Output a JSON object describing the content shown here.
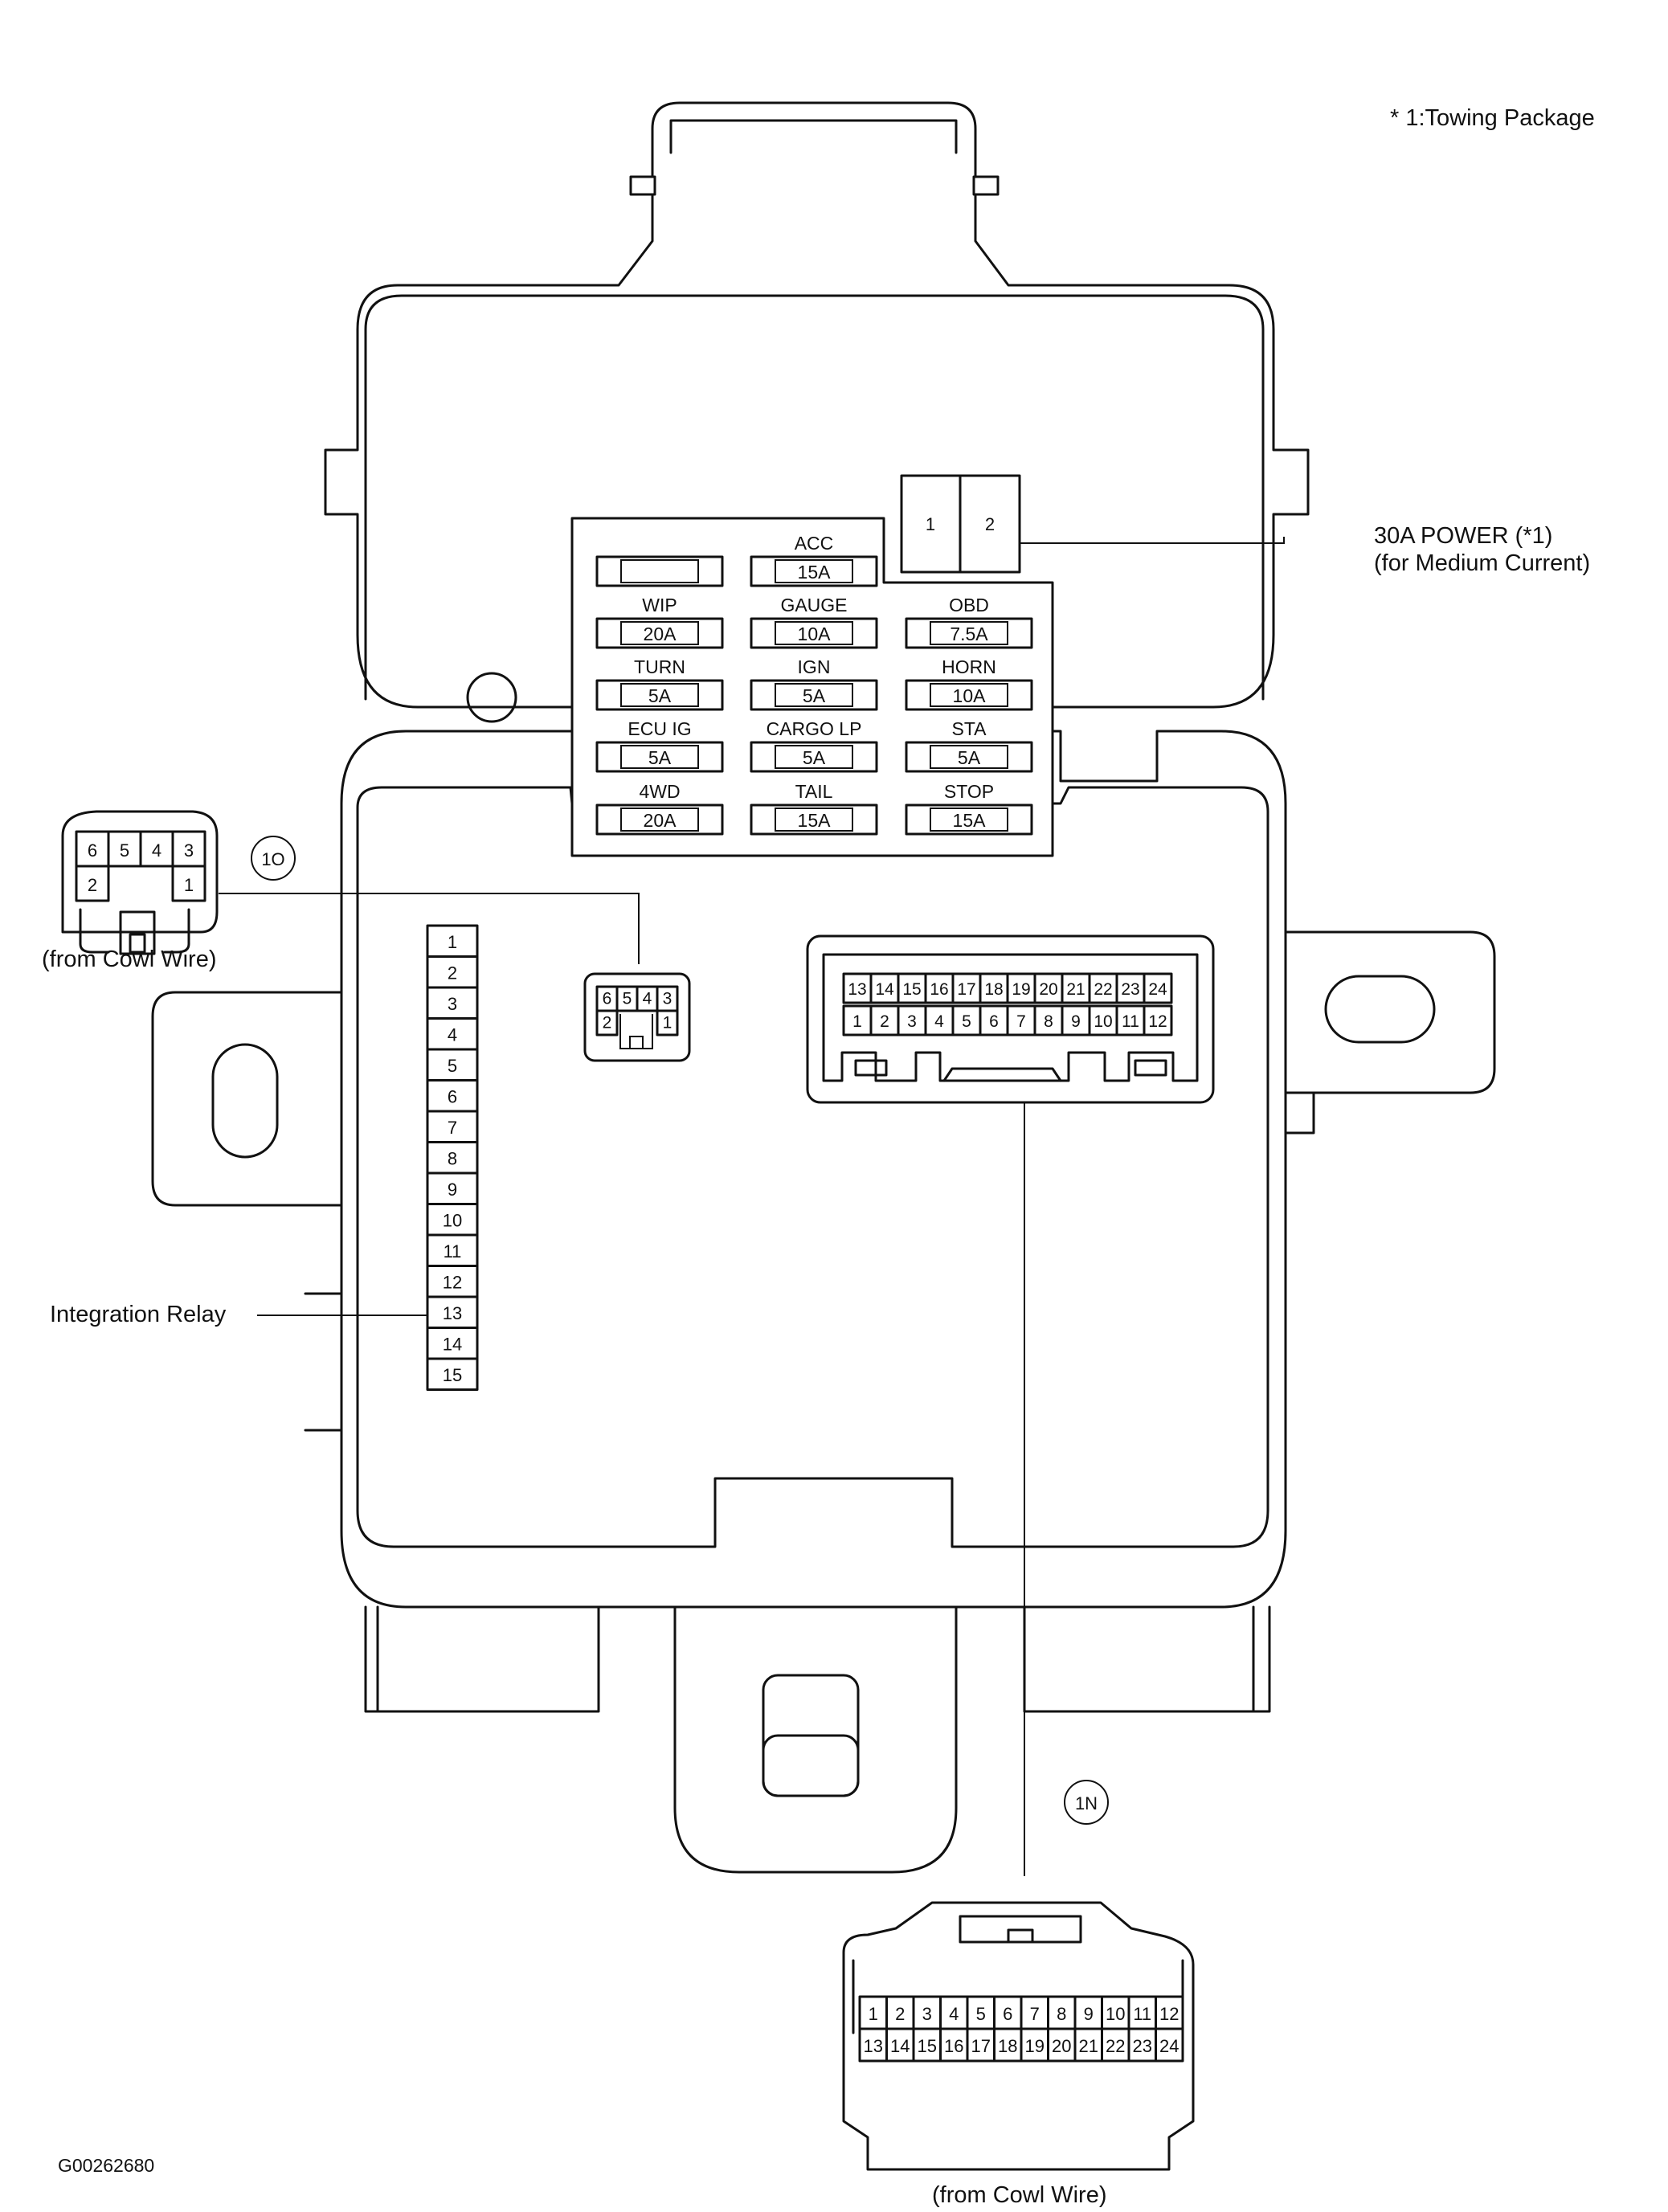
{
  "notes": {
    "towing": "* 1:Towing Package",
    "image_code": "G00262680"
  },
  "labels": {
    "power_line1": "30A POWER (*1)",
    "power_line2": "(for Medium Current)",
    "integration_relay": "Integration Relay",
    "from_cowl_left": "(from Cowl Wire)",
    "from_cowl_bottom": "(from Cowl Wire)",
    "connector_1o": "1O",
    "connector_1n": "1N"
  },
  "relay_30a": {
    "pins": [
      "1",
      "2"
    ]
  },
  "fuses": [
    {
      "name": "",
      "amp": ""
    },
    {
      "name": "ACC",
      "amp": "15A"
    },
    {
      "name": "",
      "amp": ""
    },
    {
      "name": "WIP",
      "amp": "20A"
    },
    {
      "name": "GAUGE",
      "amp": "10A"
    },
    {
      "name": "OBD",
      "amp": "7.5A"
    },
    {
      "name": "TURN",
      "amp": "5A"
    },
    {
      "name": "IGN",
      "amp": "5A"
    },
    {
      "name": "HORN",
      "amp": "10A"
    },
    {
      "name": "ECU IG",
      "amp": "5A"
    },
    {
      "name": "CARGO LP",
      "amp": "5A"
    },
    {
      "name": "STA",
      "amp": "5A"
    },
    {
      "name": "4WD",
      "amp": "20A"
    },
    {
      "name": "TAIL",
      "amp": "15A"
    },
    {
      "name": "STOP",
      "amp": "15A"
    }
  ],
  "integration_relay_pins": [
    "1",
    "2",
    "3",
    "4",
    "5",
    "6",
    "7",
    "8",
    "9",
    "10",
    "11",
    "12",
    "13",
    "14",
    "15"
  ],
  "connector_1o_pins": {
    "top": [
      "6",
      "5",
      "4",
      "3"
    ],
    "bottom": [
      "2",
      "1"
    ]
  },
  "connector_1n_block": {
    "top": [
      "13",
      "14",
      "15",
      "16",
      "17",
      "18",
      "19",
      "20",
      "21",
      "22",
      "23",
      "24"
    ],
    "bottom": [
      "1",
      "2",
      "3",
      "4",
      "5",
      "6",
      "7",
      "8",
      "9",
      "10",
      "11",
      "12"
    ]
  },
  "connector_1n_plug": {
    "top": [
      "1",
      "2",
      "3",
      "4",
      "5",
      "6",
      "7",
      "8",
      "9",
      "10",
      "11",
      "12"
    ],
    "bottom": [
      "13",
      "14",
      "15",
      "16",
      "17",
      "18",
      "19",
      "20",
      "21",
      "22",
      "23",
      "24"
    ]
  }
}
